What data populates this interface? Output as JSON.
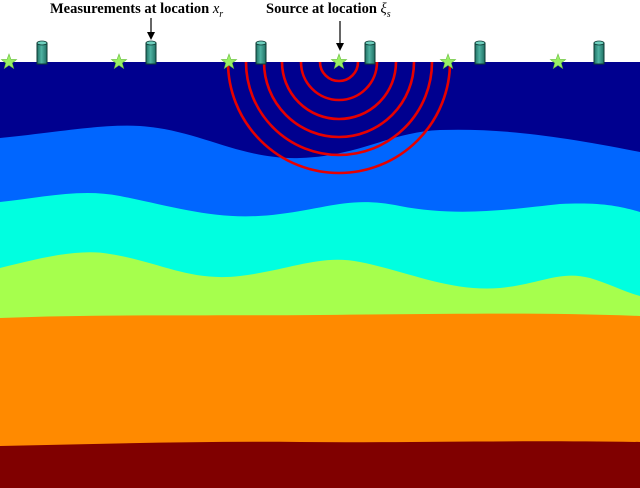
{
  "annotations": {
    "measurements": {
      "text": "Measurements at location ",
      "symbol": "x",
      "subscript": "r"
    },
    "source": {
      "text": "Source at location ",
      "symbol": "ξ",
      "subscript": "s"
    }
  },
  "receiver_icon": "cylinder-receiver-icon",
  "source_icon": "star-source-icon",
  "colors": {
    "layer_1": "#00008f",
    "layer_2": "#0066ff",
    "layer_3": "#00ffe0",
    "layer_4": "#a6ff4d",
    "layer_5": "#ff8a00",
    "layer_6": "#800000",
    "wavefront": "#e60000",
    "receiver": "#3a9b8c",
    "star": "#99ee66"
  }
}
